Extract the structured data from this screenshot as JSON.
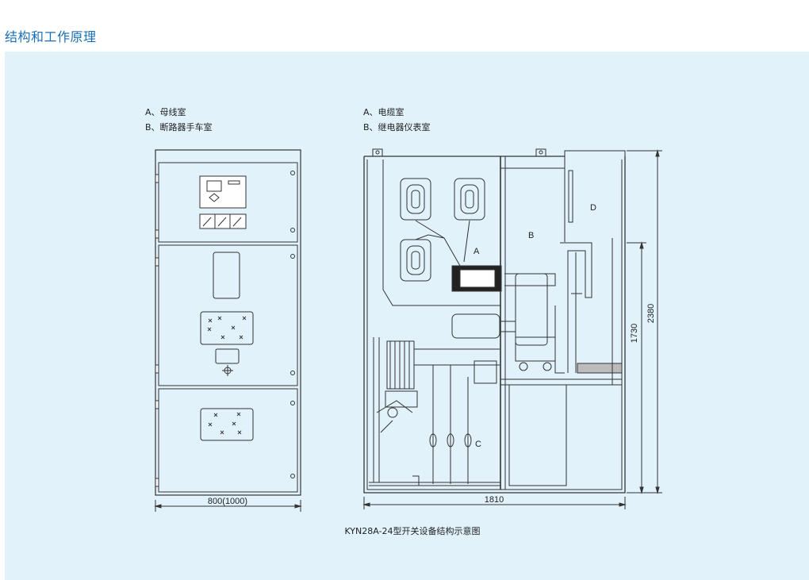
{
  "header": {
    "title": "结构和工作原理"
  },
  "legend_left": [
    "A、母线室",
    "B、断路器手车室"
  ],
  "legend_right": [
    "A、电缆室",
    "B、继电器仪表室"
  ],
  "labels": {
    "a": "A",
    "b": "B",
    "c": "C",
    "d": "D"
  },
  "dimensions": {
    "front_width": "800(1000)",
    "side_depth": "1810",
    "height_inner": "1730",
    "height_total": "2380"
  },
  "caption": "KYN28A-24型开关设备结构示意图",
  "colors": {
    "title": "#1a6fb8",
    "panel": "#e2f2fb",
    "line": "#333333"
  }
}
